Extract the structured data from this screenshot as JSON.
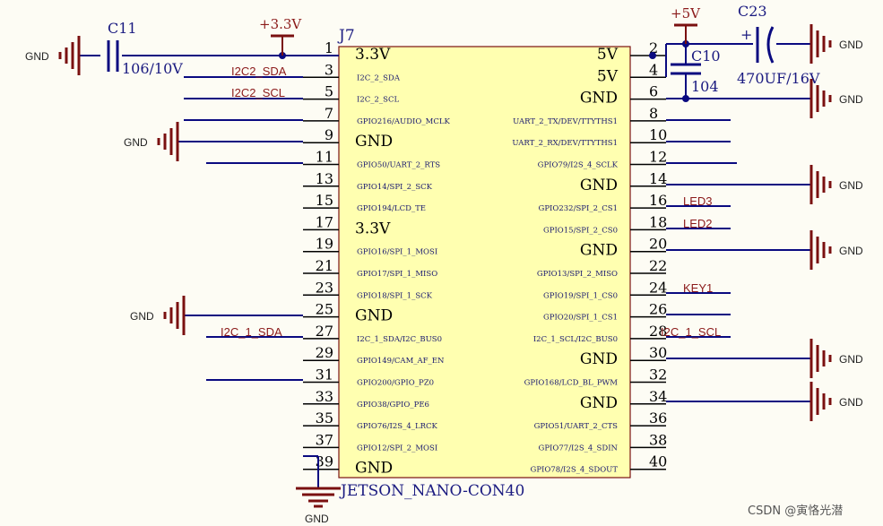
{
  "component": {
    "designator": "J7",
    "part": "JETSON_NANO-CON40"
  },
  "left_pins": [
    {
      "num": "1",
      "name": "3.3V",
      "big": true
    },
    {
      "num": "3",
      "name": "I2C_2_SDA",
      "big": false
    },
    {
      "num": "5",
      "name": "I2C_2_SCL",
      "big": false
    },
    {
      "num": "7",
      "name": "GPIO216/AUDIO_MCLK",
      "big": false
    },
    {
      "num": "9",
      "name": "GND",
      "big": true
    },
    {
      "num": "11",
      "name": "GPIO50/UART_2_RTS",
      "big": false
    },
    {
      "num": "13",
      "name": "GPIO14/SPI_2_SCK",
      "big": false
    },
    {
      "num": "15",
      "name": "GPIO194/LCD_TE",
      "big": false
    },
    {
      "num": "17",
      "name": "3.3V",
      "big": true
    },
    {
      "num": "19",
      "name": "GPIO16/SPI_1_MOSI",
      "big": false
    },
    {
      "num": "21",
      "name": "GPIO17/SPI_1_MISO",
      "big": false
    },
    {
      "num": "23",
      "name": "GPIO18/SPI_1_SCK",
      "big": false
    },
    {
      "num": "25",
      "name": "GND",
      "big": true
    },
    {
      "num": "27",
      "name": "I2C_1_SDA/I2C_BUS0",
      "big": false
    },
    {
      "num": "29",
      "name": "GPIO149/CAM_AF_EN",
      "big": false
    },
    {
      "num": "31",
      "name": "GPIO200/GPIO_PZ0",
      "big": false
    },
    {
      "num": "33",
      "name": "GPIO38/GPIO_PE6",
      "big": false
    },
    {
      "num": "35",
      "name": "GPIO76/I2S_4_LRCK",
      "big": false
    },
    {
      "num": "37",
      "name": "GPIO12/SPI_2_MOSI",
      "big": false
    },
    {
      "num": "39",
      "name": "GND",
      "big": true
    }
  ],
  "right_pins": [
    {
      "num": "2",
      "name": "5V",
      "big": true
    },
    {
      "num": "4",
      "name": "5V",
      "big": true
    },
    {
      "num": "6",
      "name": "GND",
      "big": true
    },
    {
      "num": "8",
      "name": "UART_2_TX/DEV/TTYTHS1",
      "big": false
    },
    {
      "num": "10",
      "name": "UART_2_RX/DEV/TTYTHS1",
      "big": false
    },
    {
      "num": "12",
      "name": "GPIO79/I2S_4_SCLK",
      "big": false
    },
    {
      "num": "14",
      "name": "GND",
      "big": true
    },
    {
      "num": "16",
      "name": "GPIO232/SPI_2_CS1",
      "big": false
    },
    {
      "num": "18",
      "name": "GPIO15/SPI_2_CS0",
      "big": false
    },
    {
      "num": "20",
      "name": "GND",
      "big": true
    },
    {
      "num": "22",
      "name": "GPIO13/SPI_2_MISO",
      "big": false
    },
    {
      "num": "24",
      "name": "GPIO19/SPI_1_CS0",
      "big": false
    },
    {
      "num": "26",
      "name": "GPIO20/SPI_1_CS1",
      "big": false
    },
    {
      "num": "28",
      "name": "I2C_1_SCL/I2C_BUS0",
      "big": false
    },
    {
      "num": "30",
      "name": "GND",
      "big": true
    },
    {
      "num": "32",
      "name": "GPIO168/LCD_BL_PWM",
      "big": false
    },
    {
      "num": "34",
      "name": "GND",
      "big": true
    },
    {
      "num": "36",
      "name": "GPIO51/UART_2_CTS",
      "big": false
    },
    {
      "num": "38",
      "name": "GPIO77/I2S_4_SDIN",
      "big": false
    },
    {
      "num": "40",
      "name": "GPIO78/I2S_4_SDOUT",
      "big": false
    }
  ],
  "net_labels": {
    "i2c2_sda": "I2C2_SDA",
    "i2c2_scl": "I2C2_SCL",
    "i2c1_sda": "I2C_1_SDA",
    "i2c1_scl": "I2C_1_SCL",
    "led3": "LED3",
    "led2": "LED2",
    "key1": "KEY1"
  },
  "power": {
    "v33": "+3.3V",
    "v5": "+5V",
    "gnd": "GND"
  },
  "capacitors": {
    "c11_ref": "C11",
    "c11_val": "106/10V",
    "c10_ref": "C10",
    "c10_val": "104",
    "c23_ref": "C23",
    "c23_val": "470UF/16V",
    "c23_polarity": "+"
  },
  "watermark": "CSDN @寅恪光潜",
  "colors": {
    "wire": "#0a0a80",
    "power": "#7a1010",
    "body_fill": "#ffffb0",
    "body_stroke": "#7a1010",
    "net_label": "#8b1a1a"
  }
}
